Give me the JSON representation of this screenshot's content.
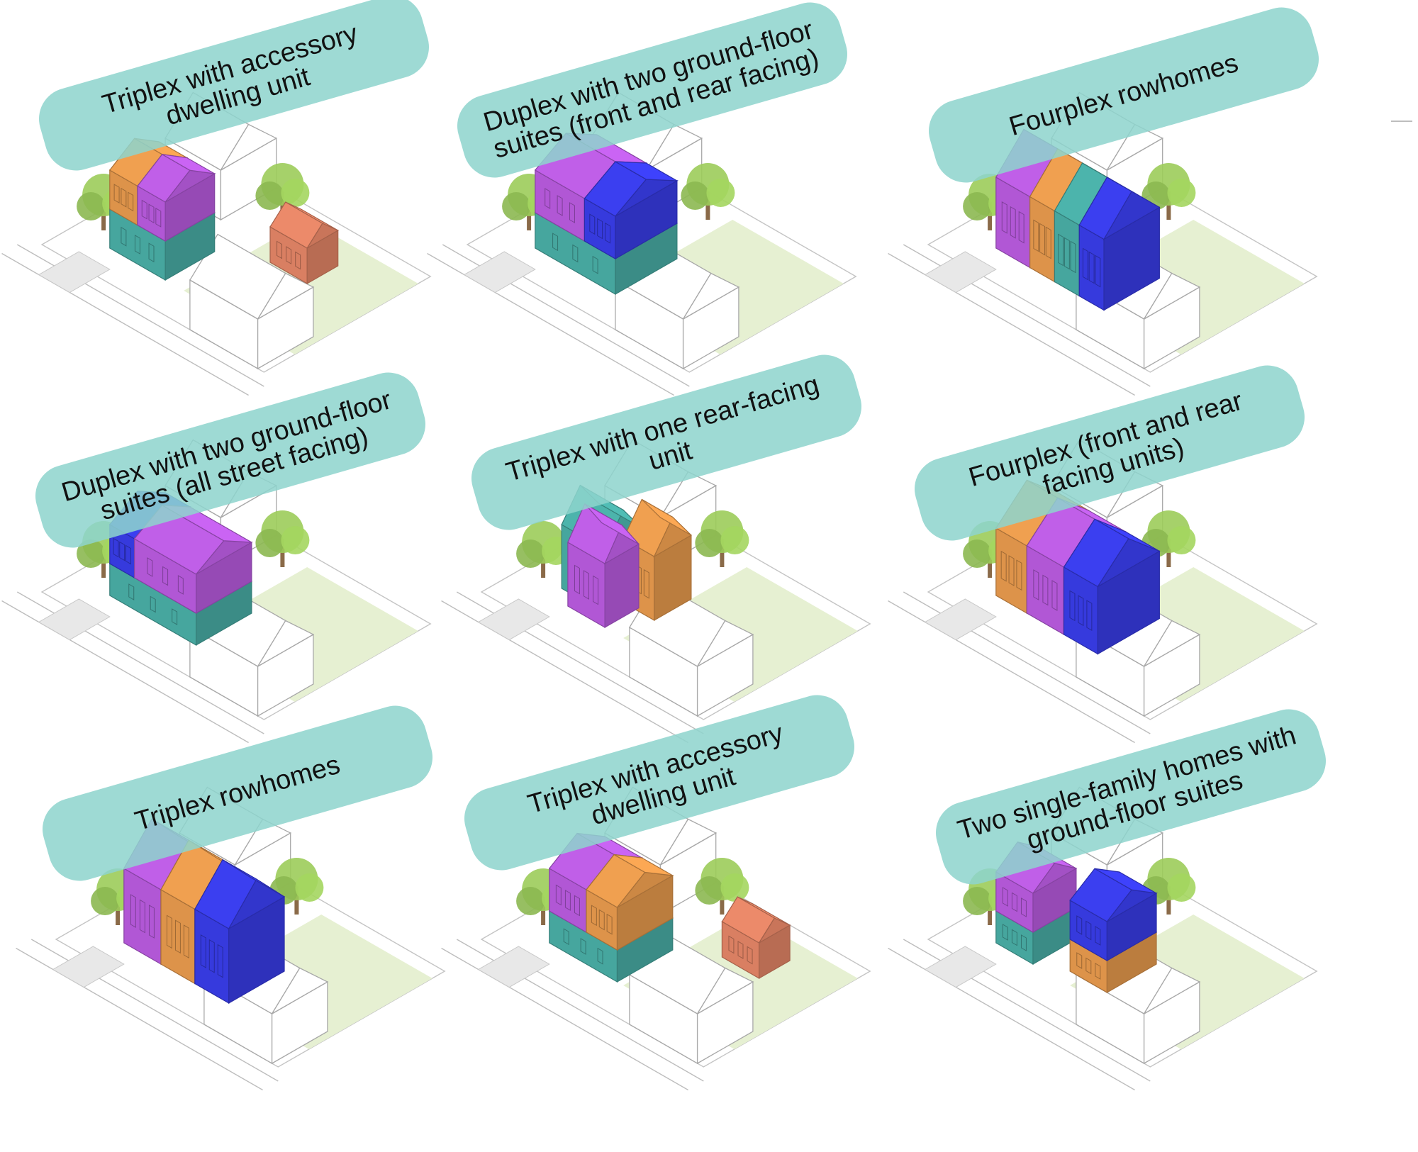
{
  "diagrams": [
    {
      "label": "Triplex with accessory dwelling unit"
    },
    {
      "label": "Duplex with two ground-floor suites (front and rear facing)"
    },
    {
      "label": "Fourplex rowhomes"
    },
    {
      "label": "Duplex with two ground-floor suites (all street facing)"
    },
    {
      "label": "Triplex with one rear-facing unit"
    },
    {
      "label": "Fourplex (front and rear facing units)"
    },
    {
      "label": "Triplex rowhomes"
    },
    {
      "label": "Triplex with accessory dwelling unit"
    },
    {
      "label": "Two single-family homes with ground-floor suites"
    }
  ],
  "colors": {
    "label_bg": "#8ed4cd",
    "unit_purple": "#c05fe8",
    "unit_blue": "#3b3ff0",
    "unit_orange": "#f0a050",
    "unit_teal": "#4cb4ac",
    "adu_salmon": "#ec8a6a",
    "tree_green": "#9ccc5a",
    "lawn": "#e6f0d2"
  }
}
